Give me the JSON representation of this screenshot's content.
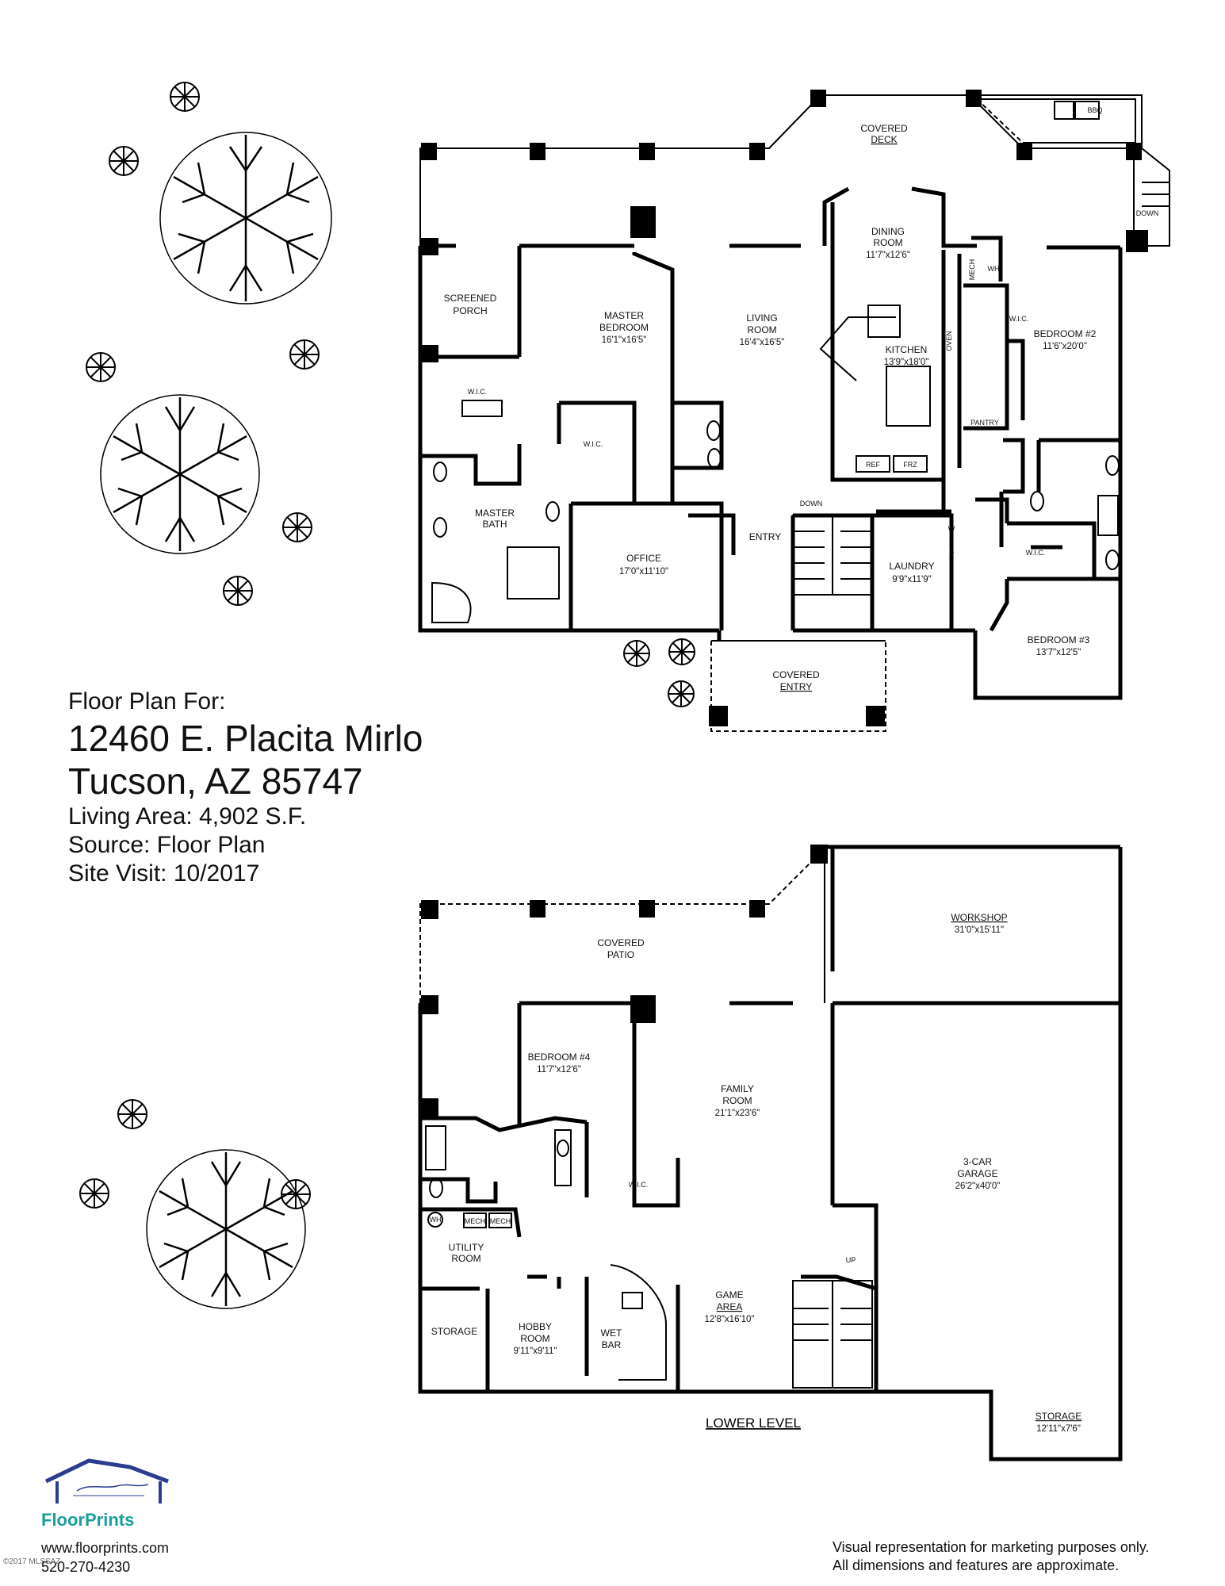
{
  "header": {
    "floor_plan_for": "Floor Plan For:",
    "address_line1": "12460 E. Placita Mirlo",
    "address_line2": "Tucson, AZ  85747",
    "living_area": "Living Area:  4,902 S.F.",
    "source": "Source:  Floor Plan",
    "site_visit": "Site Visit:  10/2017"
  },
  "upper": {
    "covered_deck": [
      "COVERED",
      "DECK"
    ],
    "bbq": "BBQ",
    "down_deck": "DOWN",
    "dining_room": [
      "DINING",
      "ROOM",
      "11'7\"x12'6\""
    ],
    "screened_porch": [
      "SCREENED",
      "PORCH"
    ],
    "master_bedroom": [
      "MASTER",
      "BEDROOM",
      "16'1\"x16'5\""
    ],
    "living_room": [
      "LIVING",
      "ROOM",
      "16'4\"x16'5\""
    ],
    "kitchen": [
      "KITCHEN",
      "13'9\"x18'0\""
    ],
    "oven": "OVEN",
    "mech": "MECH",
    "wh": "WH",
    "wic_bed2": "W.I.C.",
    "bedroom2": [
      "BEDROOM #2",
      "11'6\"x20'0\""
    ],
    "pantry": "PANTRY",
    "wic_master1": "W.I.C.",
    "wic_master2": "W.I.C.",
    "ref": "REF",
    "frz": "FRZ",
    "master_bath": [
      "MASTER",
      "BATH"
    ],
    "down_stairs": "DOWN",
    "entry": "ENTRY",
    "office": [
      "OFFICE",
      "17'0\"x11'10\""
    ],
    "laundry": [
      "LAUNDRY",
      "9'9\"x11'9\""
    ],
    "w": "W",
    "d": "D",
    "wic_bed3": "W.I.C.",
    "bedroom3": [
      "BEDROOM #3",
      "13'7\"x12'5\""
    ],
    "covered_entry": [
      "COVERED",
      "ENTRY"
    ]
  },
  "lower": {
    "covered_patio": [
      "COVERED",
      "PATIO"
    ],
    "workshop": [
      "WORKSHOP",
      "31'0\"x15'11\""
    ],
    "bedroom4": [
      "BEDROOM #4",
      "11'7\"x12'6\""
    ],
    "family_room": [
      "FAMILY",
      "ROOM",
      "21'1\"x23'6\""
    ],
    "garage": [
      "3-CAR",
      "GARAGE",
      "26'2\"x40'0\""
    ],
    "wic": "W.I.C.",
    "wh": "WH",
    "mech1": "MECH",
    "mech2": "MECH",
    "utility_room": [
      "UTILITY",
      "ROOM"
    ],
    "up": "UP",
    "game_area": [
      "GAME",
      "AREA",
      "12'8\"x16'10\""
    ],
    "storage1": "STORAGE",
    "hobby_room": [
      "HOBBY",
      "ROOM",
      "9'11\"x9'11\""
    ],
    "wet_bar": [
      "WET",
      "BAR"
    ],
    "storage2": [
      "STORAGE",
      "12'11\"x7'6\""
    ],
    "lower_level": "LOWER LEVEL"
  },
  "branding": {
    "logo_text": "FloorPrints",
    "website": "www.floorprints.com",
    "phone": "520-270-4230",
    "watermark": "©2017 MLSSAZ",
    "logo_color": "#1a9e9b",
    "roof_color": "#2a3d8f"
  },
  "disclaimer": {
    "line1": "Visual representation for marketing purposes only.",
    "line2": "All dimensions and features are approximate."
  }
}
